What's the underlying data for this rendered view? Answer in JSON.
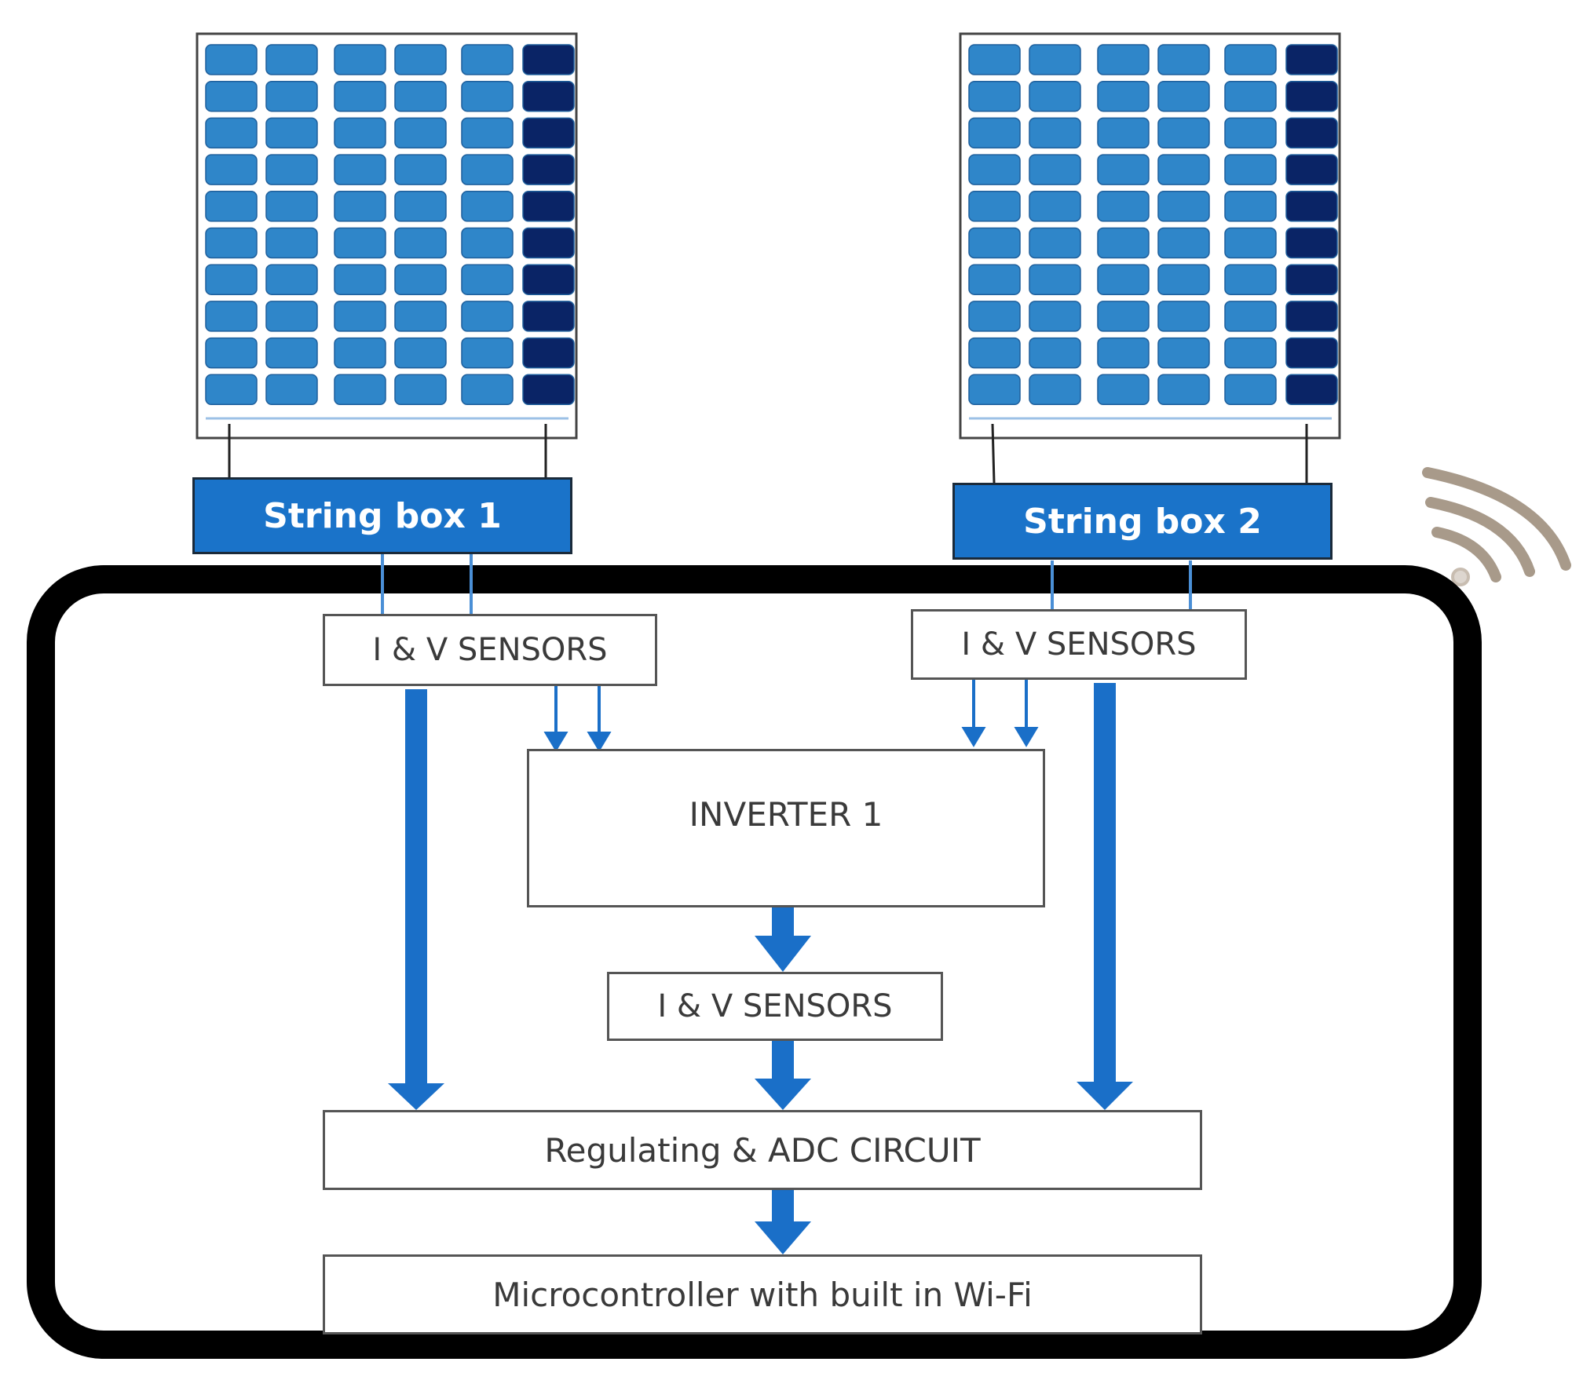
{
  "colors": {
    "panel_cell": "#2f86c9",
    "panel_cell_dark": "#0a2466",
    "string_box_fill": "#1a73c9",
    "arrow_blue": "#1a6fc8",
    "enclosure_border": "#000000",
    "wifi_icon": "#a89a8a"
  },
  "panels": [
    {
      "name": "solar-panel-1",
      "rows": 10,
      "columns": 6
    },
    {
      "name": "solar-panel-2",
      "rows": 10,
      "columns": 6
    }
  ],
  "string_boxes": [
    "String box 1",
    "String box 2"
  ],
  "sensors": [
    "I & V SENSORS",
    "I & V SENSORS",
    "I & V SENSORS"
  ],
  "inverter": "INVERTER 1",
  "regulating_circuit": "Regulating & ADC CIRCUIT",
  "microcontroller": "Microcontroller with built in Wi-Fi",
  "icons": {
    "wireless": "wifi-signal-icon"
  }
}
